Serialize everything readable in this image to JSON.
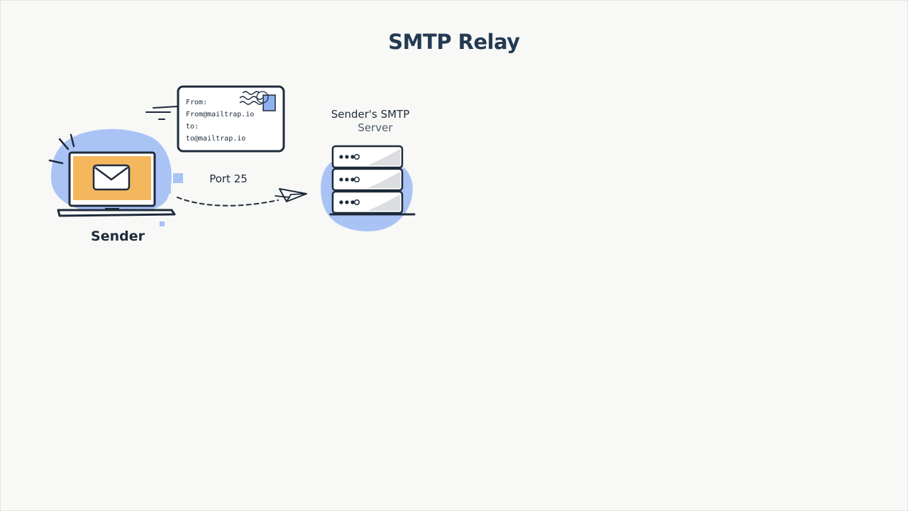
{
  "diagram": {
    "title": "SMTP Relay",
    "sender": {
      "label": "Sender"
    },
    "envelope": {
      "from_label": "From:",
      "from_address": "From@mailtrap.io",
      "to_label": "to:",
      "to_address": "to@mailtrap.io"
    },
    "connection": {
      "label": "Port 25"
    },
    "server": {
      "label_line1": "Sender's SMTP",
      "label_line2": "Server"
    }
  },
  "colors": {
    "accent_blue": "#a9c3f5",
    "screen_orange": "#f5b75e",
    "ink": "#1d2b3a",
    "title": "#233a52",
    "background": "#f8f8f6"
  }
}
